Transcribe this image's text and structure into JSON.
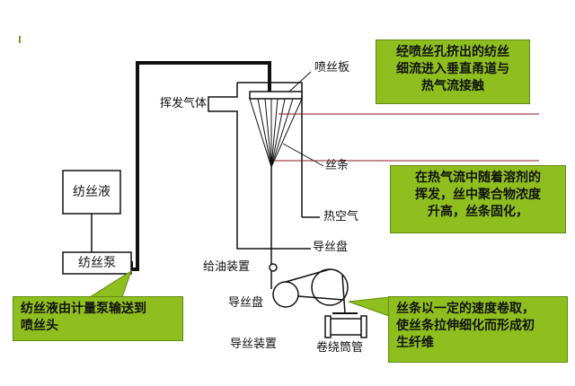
{
  "labels": {
    "spinneret": "喷丝板",
    "volatile_gas": "挥发气体",
    "filament": "丝条",
    "hot_air": "热空气",
    "guide_disk_top": "导丝盘",
    "oiling_device": "给油装置",
    "guide_disk_bottom": "导丝盘",
    "guide_device": "导丝装置",
    "winding_tube": "卷绕筒管",
    "spinning_solution": "纺丝液",
    "spinning_pump": "纺丝泵"
  },
  "callouts": {
    "top": [
      "经喷丝孔挤出的纺丝",
      "细流进入垂直甬道与",
      "热气流接触"
    ],
    "middle": [
      "在热气流中随着溶剂的",
      "挥发，丝中聚合物浓度",
      "升高，丝条固化，"
    ],
    "bottom_right": [
      "丝条以一定的速度卷取，",
      "使丝条拉伸细化而形成初",
      "生纤维"
    ],
    "bottom_left": [
      "纺丝液由计量泵输送到",
      "喷丝头"
    ]
  },
  "colors": {
    "callout_fill": "#8fbf1f",
    "callout_border": "#5f8a10",
    "pointer_line": "#8b1a1a",
    "pipe": "#111111"
  }
}
